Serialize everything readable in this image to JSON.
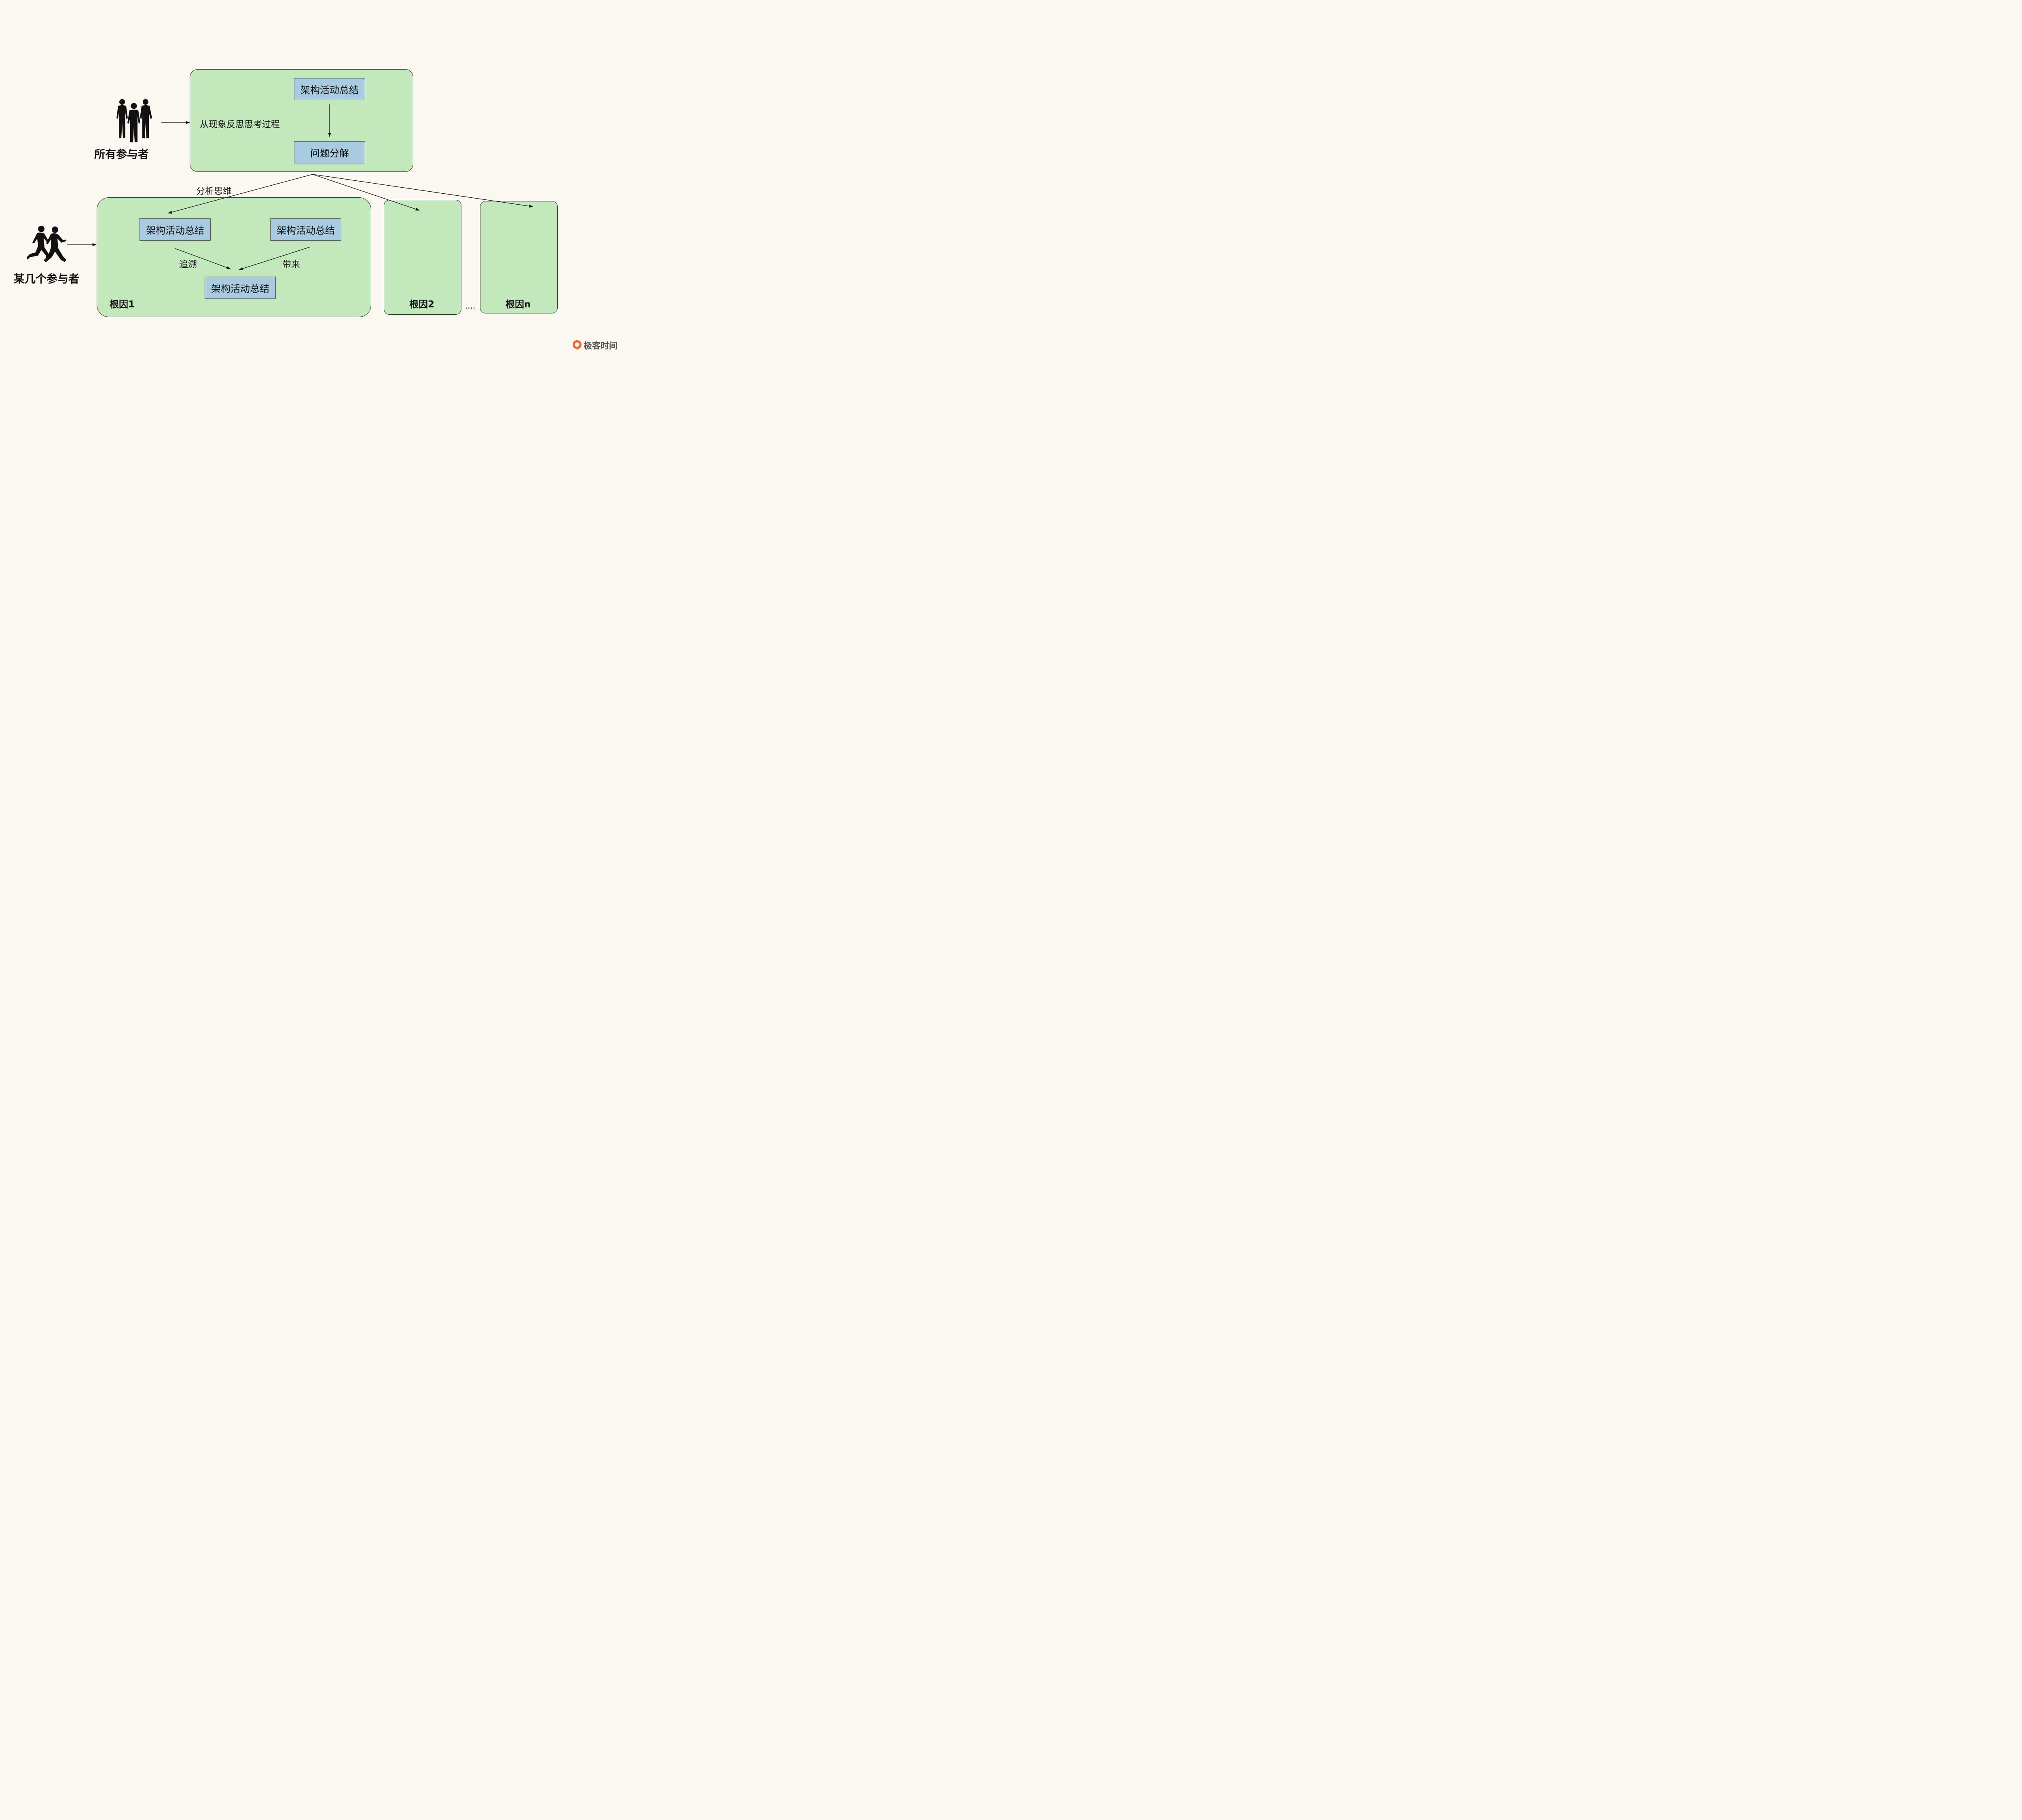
{
  "top": {
    "description": "从现象反思思考过程",
    "node_top": "架构活动总结",
    "node_bottom": "问题分解"
  },
  "actors": {
    "all": "所有参与者",
    "some": "某几个参与者"
  },
  "edge_label": "分析思维",
  "root1": {
    "label": "根因1",
    "node_left": "架构活动总结",
    "node_right": "架构活动总结",
    "node_bottom": "架构活动总结",
    "edge_left": "追溯",
    "edge_right": "带来"
  },
  "root2": {
    "label": "根因2"
  },
  "rootn": {
    "label": "根因n"
  },
  "ellipsis": "....",
  "brand": {
    "name": "极客时间",
    "color": "#e8692f"
  },
  "colors": {
    "container": "#c2e8bc",
    "node": "#a9cbe0",
    "background": "#fbf7f1"
  }
}
